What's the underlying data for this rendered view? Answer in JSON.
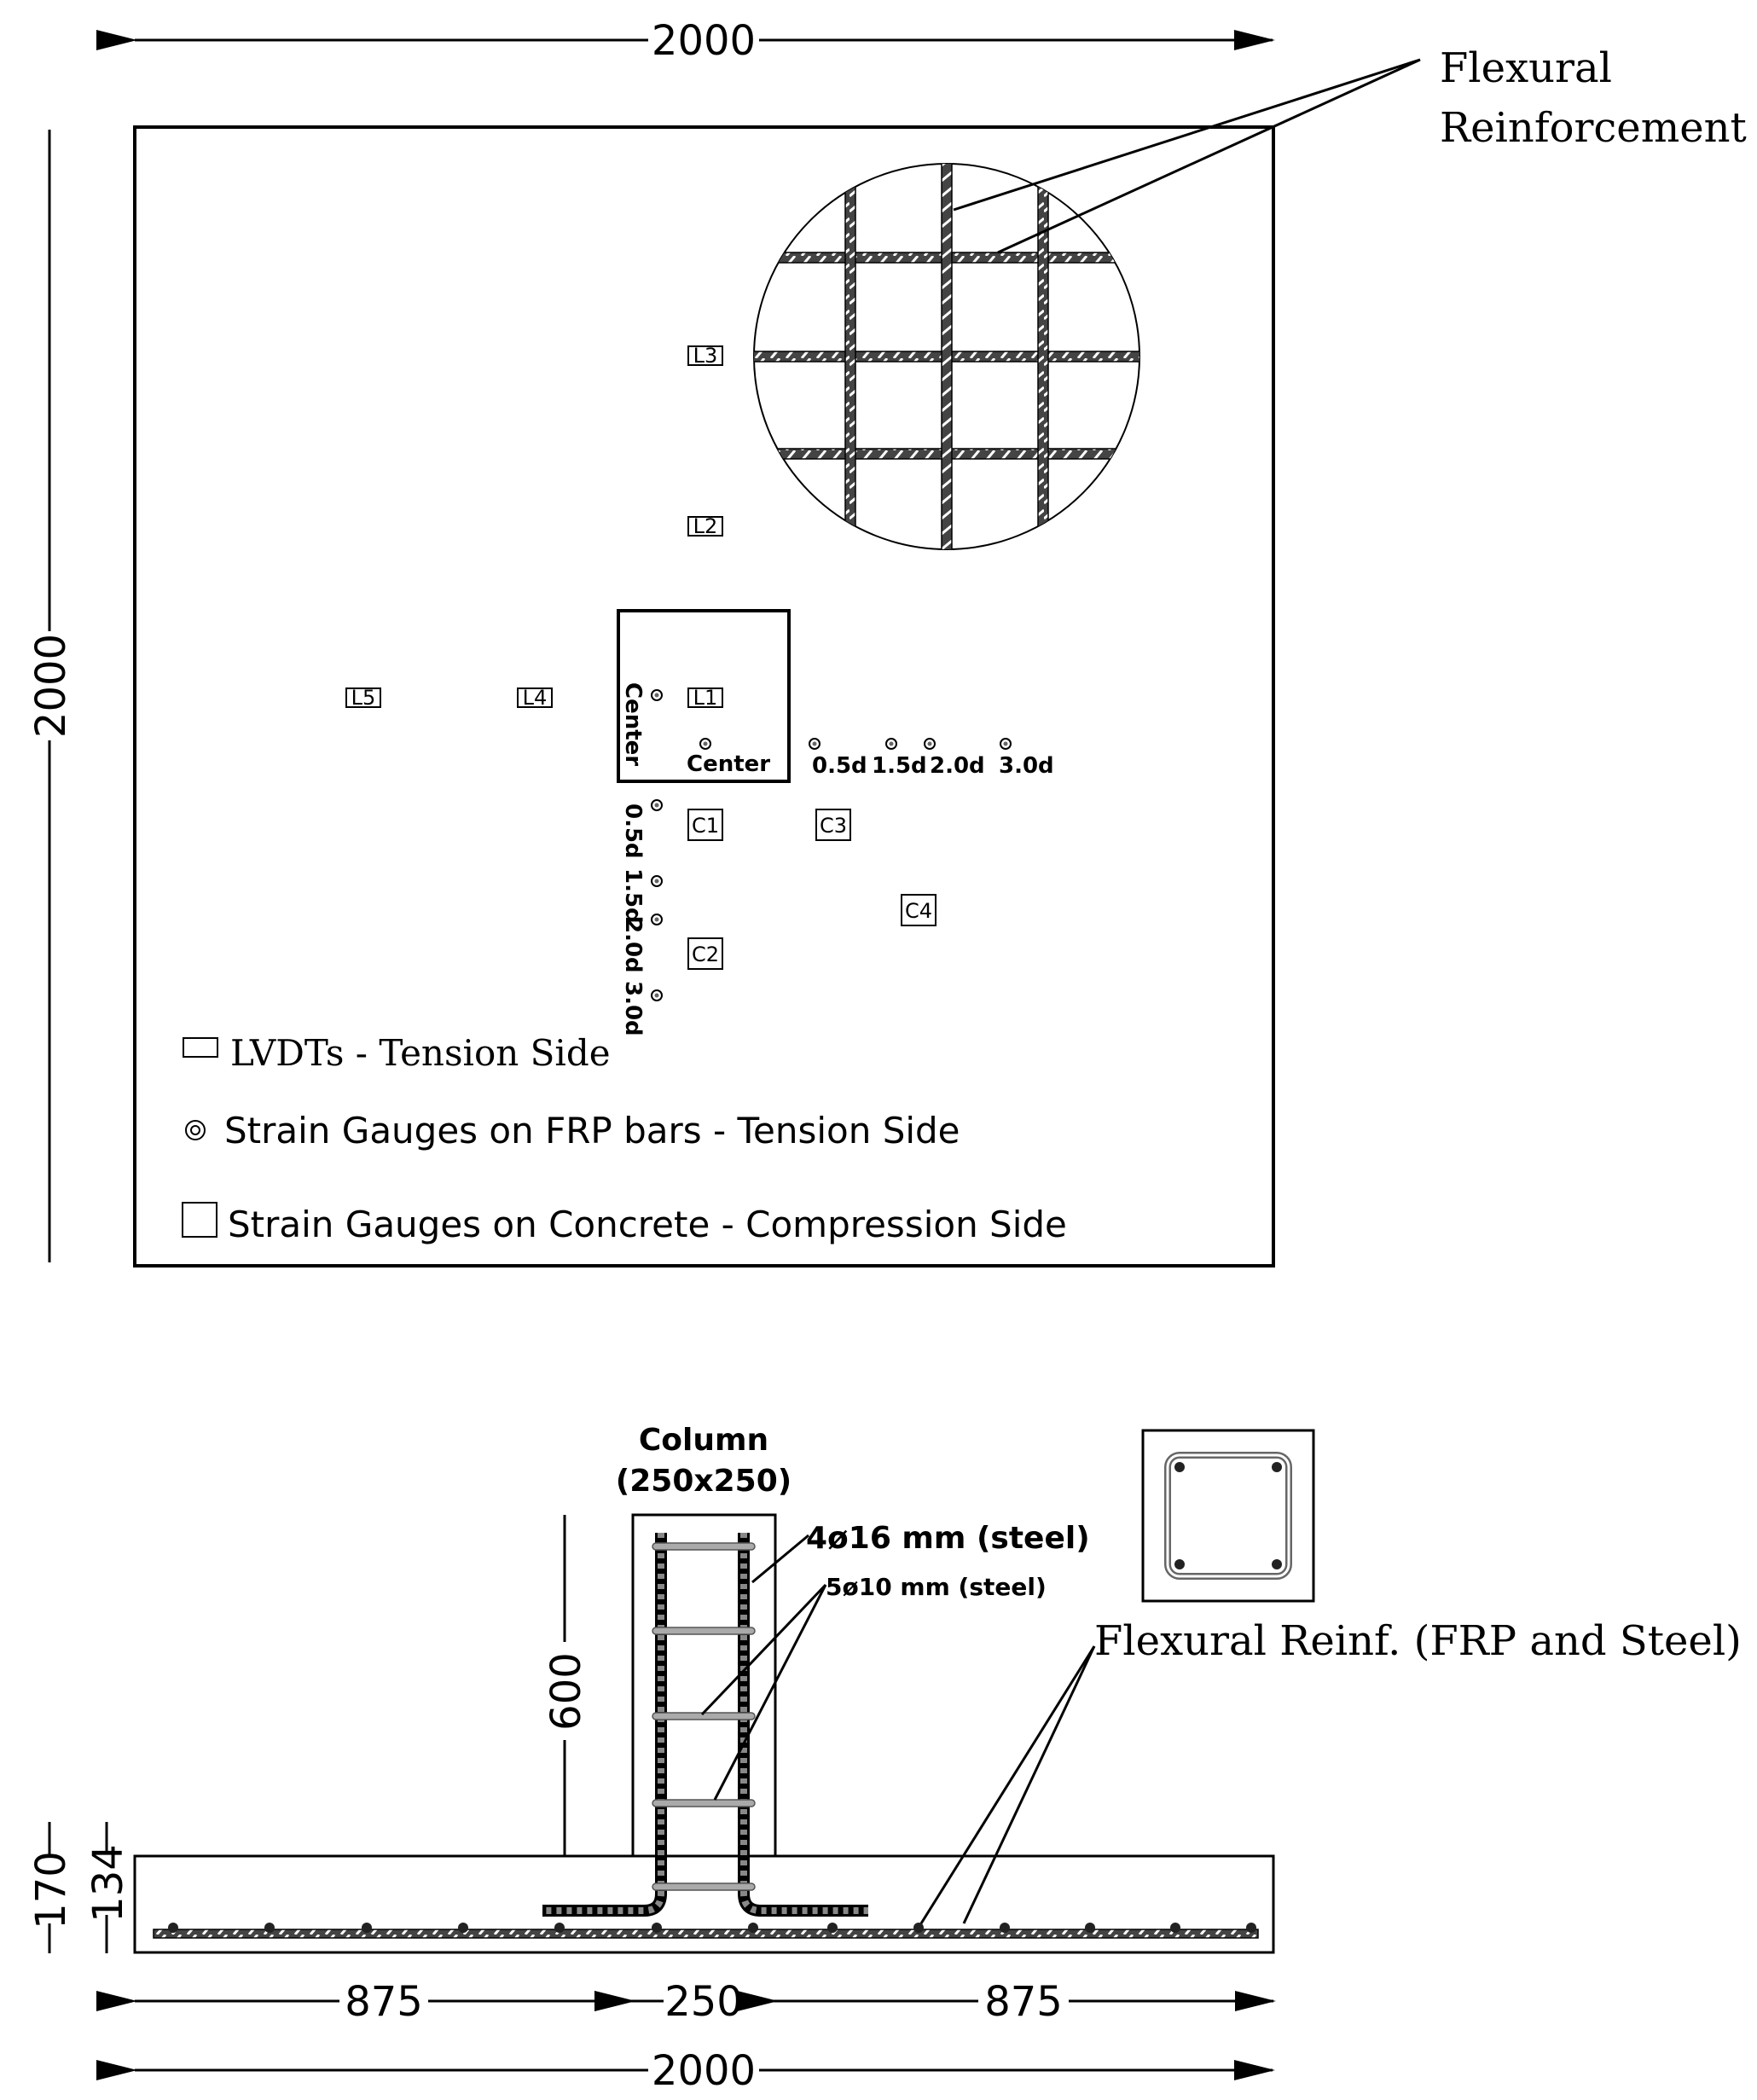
{
  "plan": {
    "dim_top": "2000",
    "dim_left": "2000",
    "callout_line1": "Flexural",
    "callout_line2": "Reinforcement",
    "lvdts": [
      "L1",
      "L2",
      "L3",
      "L4",
      "L5"
    ],
    "concrete_gauges": [
      "C1",
      "C2",
      "C3",
      "C4"
    ],
    "center_label_h": "Center",
    "center_label_v": "Center",
    "h_positions": [
      "0.5d",
      "1.5d",
      "2.0d",
      "3.0d"
    ],
    "v_positions": [
      "0.5d",
      "1.5d",
      "2.0d",
      "3.0d"
    ],
    "legend": {
      "lvdt": "LVDTs - Tension Side",
      "frp": "Strain Gauges on FRP bars - Tension Side",
      "concrete": "Strain Gauges on Concrete - Compression Side"
    }
  },
  "section": {
    "column_title": "Column",
    "column_size": "(250x250)",
    "long_bars": "4ø16  mm   (steel)",
    "ties": "5ø10  mm  (steel)",
    "flexural": "Flexural Reinf. (FRP and Steel)",
    "dim_600": "600",
    "dim_170": "170",
    "dim_134": "134",
    "dim_875_left": "875",
    "dim_250": "250",
    "dim_875_right": "875",
    "dim_2000": "2000"
  }
}
